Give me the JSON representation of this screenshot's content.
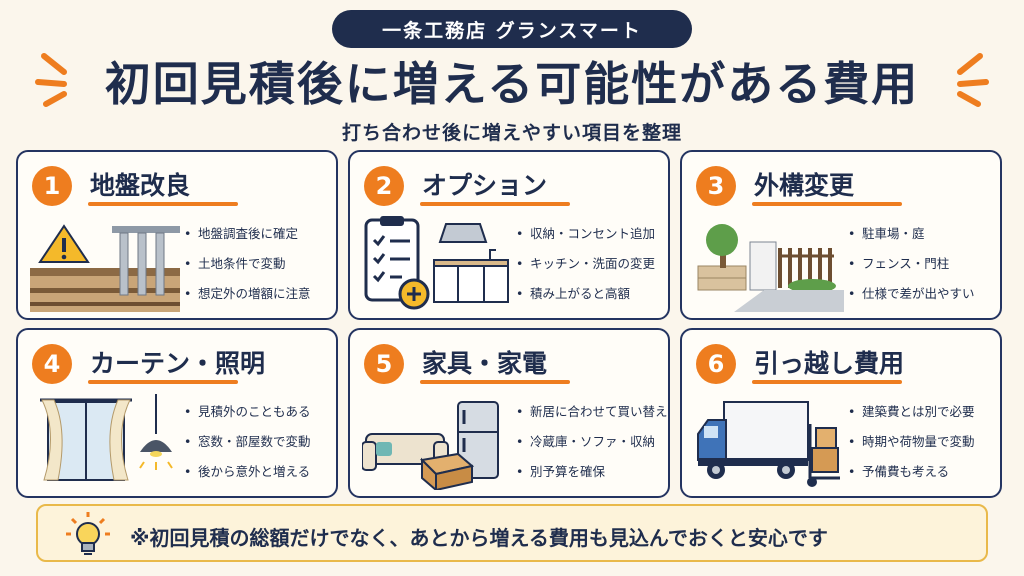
{
  "header": {
    "brand": "一条工務店 グランスマート",
    "title": "初回見積後に増える可能性がある費用",
    "subtitle": "打ち合わせ後に増えやすい項目を整理"
  },
  "cards": [
    {
      "number": "1",
      "title": "地盤改良",
      "icon": "ground-pile-icon",
      "bullets": [
        "地盤調査後に確定",
        "土地条件で変動",
        "想定外の増額に注意"
      ]
    },
    {
      "number": "2",
      "title": "オプション",
      "icon": "kitchen-checklist-icon",
      "bullets": [
        "収納・コンセント追加",
        "キッチン・洗面の変更",
        "積み上がると高額"
      ]
    },
    {
      "number": "3",
      "title": "外構変更",
      "icon": "exterior-fence-icon",
      "bullets": [
        "駐車場・庭",
        "フェンス・門柱",
        "仕様で差が出やすい"
      ]
    },
    {
      "number": "4",
      "title": "カーテン・照明",
      "icon": "curtain-lamp-icon",
      "bullets": [
        "見積外のこともある",
        "窓数・部屋数で変動",
        "後から意外と増える"
      ]
    },
    {
      "number": "5",
      "title": "家具・家電",
      "icon": "sofa-fridge-icon",
      "bullets": [
        "新居に合わせて買い替え",
        "冷蔵庫・ソファ・収納",
        "別予算を確保"
      ]
    },
    {
      "number": "6",
      "title": "引っ越し費用",
      "icon": "moving-truck-icon",
      "bullets": [
        "建築費とは別で必要",
        "時期や荷物量で変動",
        "予備費も考える"
      ]
    }
  ],
  "footer": {
    "note": "※初回見積の総額だけでなく、あとから増える費用も見込んでおくと安心です",
    "icon": "lightbulb-icon"
  },
  "colors": {
    "navy": "#1f2d4d",
    "accent": "#ee7d1f",
    "background": "#fbf6ec",
    "footer_bg": "#fdf3da"
  }
}
